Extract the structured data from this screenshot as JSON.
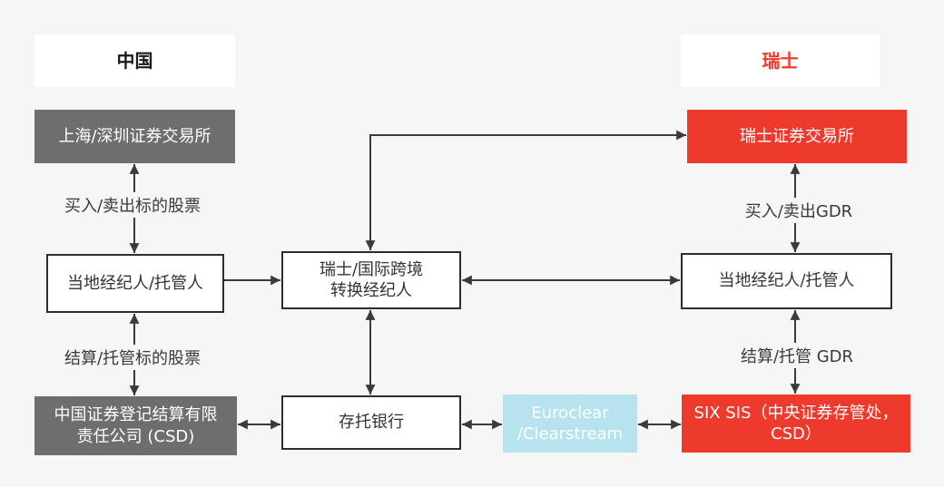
{
  "titles": {
    "china": "中国",
    "switzerland": "瑞士"
  },
  "nodes": {
    "sse_szse": "上海/深圳证券交易所",
    "six_exchange": "瑞士证券交易所",
    "cn_local_broker": "当地经纪人/托管人",
    "converter_broker": "瑞士/国际跨境\n转换经纪人",
    "ch_local_broker": "当地经纪人/托管人",
    "csdc": "中国证券登记结算有限\n责任公司 (CSD)",
    "depositary_bank": "存托银行",
    "euroclear": "Euroclear\n/Clearstream",
    "six_sis": "SIX SIS（中央证券存管处，\nCSD）"
  },
  "edge_labels": {
    "buy_sell_stock": "买入/卖出标的股票",
    "settle_custody_stock": "结算/托管标的股票",
    "buy_sell_gdr": "买入/卖出GDR",
    "settle_custody_gdr": "结算/托管 GDR"
  },
  "colors": {
    "bg": "#f6f6f6",
    "dark": "#6e6e6e",
    "red": "#ee3a2c",
    "blue": "#b6e3ee",
    "arrow": "#3a3a3a"
  }
}
